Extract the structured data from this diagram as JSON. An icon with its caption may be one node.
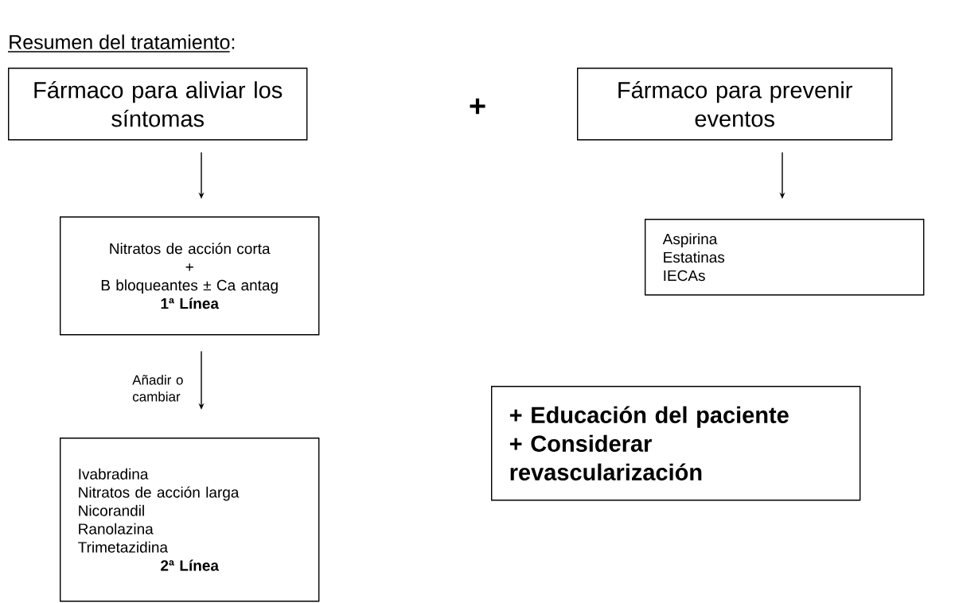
{
  "diagram": {
    "title": "Resumen del tratamiento:",
    "nodes": [
      {
        "text": [
          "Fármaco para aliviar los síntomas"
        ]
      },
      {
        "text": [
          "Fármaco para prevenir eventos"
        ]
      },
      {
        "text": [
          "Nitratos de acción corta",
          "+",
          "B bloqueantes ± Ca antag",
          "1ª Línea"
        ]
      },
      {
        "text": [
          "Aspirina",
          "Estatinas",
          "IECAs"
        ]
      },
      {
        "text": [
          "Ivabradina",
          "Nitratos de acción larga",
          "Nicorandil",
          "Ranolazina",
          "Trimetazidina",
          "2ª Línea"
        ]
      },
      {
        "text": [
          "+ Educación del paciente",
          "+ Considerar revascularización"
        ]
      }
    ],
    "edges": [
      {
        "from": 0,
        "to": 2,
        "arrow": "to"
      },
      {
        "from": 1,
        "to": 3,
        "arrow": "to"
      },
      {
        "from": 2,
        "to": 4,
        "arrow": "to",
        "label": "Añadir o cambiar"
      }
    ],
    "labels": [
      "+"
    ]
  }
}
